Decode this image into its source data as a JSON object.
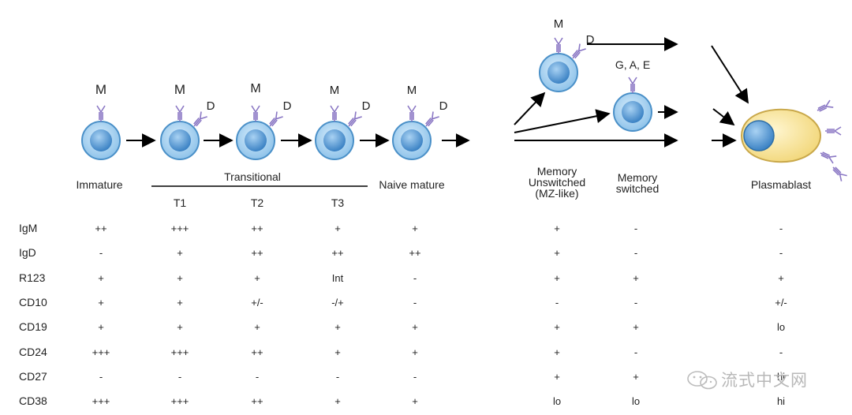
{
  "colors": {
    "cell_fill": "#8fc3ea",
    "cell_stroke": "#4a90c8",
    "nucleus_fill": "#3b82c4",
    "plasmablast_fill": "#f6df8c",
    "plasmablast_stroke": "#c9a84a",
    "antibody_stroke": "#8a77c4",
    "arrow": "#000000"
  },
  "stages": {
    "immature": "Immature",
    "transitional": "Transitional",
    "t1": "T1",
    "t2": "T2",
    "t3": "T3",
    "naive": "Naive mature",
    "mem_unswitched": "Memory\nUnswitched\n(MZ-like)",
    "mem_switched": "Memory\nswitched",
    "plasmablast": "Plasmablast"
  },
  "isotype_labels": {
    "m": "M",
    "d": "D",
    "gae": "G, A, E"
  },
  "markers": [
    {
      "name": "IgM",
      "values": [
        "++",
        "+++",
        "++",
        "+",
        "+",
        "+",
        "-",
        "-"
      ]
    },
    {
      "name": "IgD",
      "values": [
        "-",
        "+",
        "++",
        "++",
        "++",
        "+",
        "-",
        "-"
      ]
    },
    {
      "name": "R123",
      "values": [
        "+",
        "+",
        "+",
        "Int",
        "-",
        "+",
        "+",
        "+"
      ]
    },
    {
      "name": "CD10",
      "values": [
        "+",
        "+",
        "+/-",
        "-/+",
        "-",
        "-",
        "-",
        "+/-"
      ]
    },
    {
      "name": "CD19",
      "values": [
        "+",
        "+",
        "+",
        "+",
        "+",
        "+",
        "+",
        "lo"
      ]
    },
    {
      "name": "CD24",
      "values": [
        "+++",
        "+++",
        "++",
        "+",
        "+",
        "+",
        "-",
        "-"
      ]
    },
    {
      "name": "CD27",
      "values": [
        "-",
        "-",
        "-",
        "-",
        "-",
        "+",
        "+",
        "hi"
      ]
    },
    {
      "name": "CD38",
      "values": [
        "+++",
        "+++",
        "++",
        "+",
        "+",
        "lo",
        "lo",
        "hi"
      ]
    }
  ],
  "watermark": "流式中文网"
}
